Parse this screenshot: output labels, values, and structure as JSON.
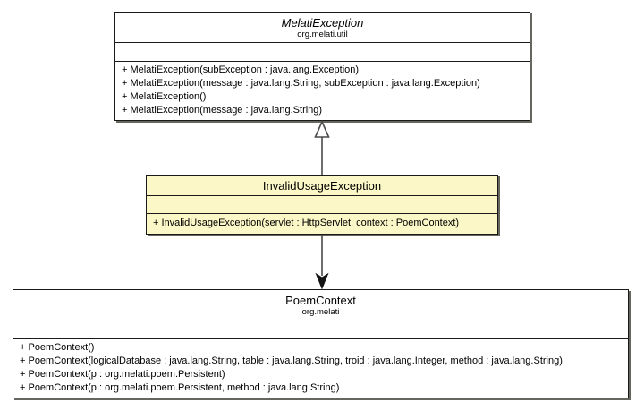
{
  "diagram": {
    "type": "uml-class-diagram",
    "classes": [
      {
        "name": "MelatiException",
        "package": "org.melati.util",
        "abstract": true,
        "highlighted": false,
        "fields": [],
        "methods": [
          "+ MelatiException(subException : java.lang.Exception)",
          "+ MelatiException(message : java.lang.String, subException : java.lang.Exception)",
          "+ MelatiException()",
          "+ MelatiException(message : java.lang.String)"
        ]
      },
      {
        "name": "InvalidUsageException",
        "package": "",
        "abstract": false,
        "highlighted": true,
        "fields": [],
        "methods": [
          "+ InvalidUsageException(servlet : HttpServlet, context : PoemContext)"
        ]
      },
      {
        "name": "PoemContext",
        "package": "org.melati",
        "abstract": false,
        "highlighted": false,
        "fields": [],
        "methods": [
          "+ PoemContext()",
          "+ PoemContext(logicalDatabase : java.lang.String, table : java.lang.String, troid : java.lang.Integer, method : java.lang.String)",
          "+ PoemContext(p : org.melati.poem.Persistent)",
          "+ PoemContext(p : org.melati.poem.Persistent, method : java.lang.String)"
        ]
      }
    ],
    "relations": [
      {
        "type": "generalization",
        "from": "InvalidUsageException",
        "to": "MelatiException",
        "arrowhead": "hollow-triangle-up"
      },
      {
        "type": "directed-association",
        "from": "InvalidUsageException",
        "to": "PoemContext",
        "arrowhead": "filled-arrow-down"
      }
    ],
    "colors": {
      "background": "#FFFFFF",
      "class_fill": "#FFFFFF",
      "highlight_fill": "#FBF7C6",
      "border": "#1A1A1A",
      "shadow": "#66665E",
      "connector": "#4A4A4A"
    }
  }
}
